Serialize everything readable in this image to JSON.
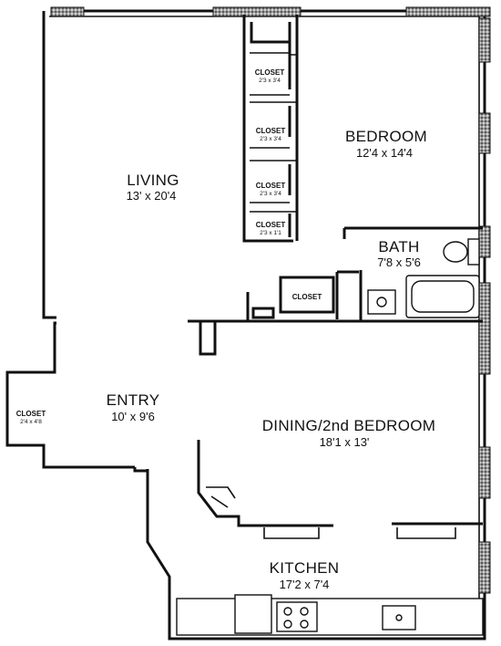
{
  "colors": {
    "wall": "#111111",
    "window_pattern": "#8c8c8c",
    "background": "#ffffff"
  },
  "rooms": {
    "living": {
      "name": "LIVING",
      "dims": "13' x 20'4"
    },
    "bedroom": {
      "name": "BEDROOM",
      "dims": "12'4 x 14'4"
    },
    "bath": {
      "name": "BATH",
      "dims": "7'8 x 5'6"
    },
    "entry": {
      "name": "ENTRY",
      "dims": "10' x 9'6"
    },
    "dining": {
      "name": "DINING/2nd BEDROOM",
      "dims": "18'1 x 13'"
    },
    "kitchen": {
      "name": "KITCHEN",
      "dims": "17'2 x 7'4"
    }
  },
  "closets": [
    {
      "name": "CLOSET",
      "dims": "2'3 x 3'4"
    },
    {
      "name": "CLOSET",
      "dims": "2'3 x 3'4"
    },
    {
      "name": "CLOSET",
      "dims": "2'3 x 3'4"
    },
    {
      "name": "CLOSET",
      "dims": "2'3 x 1'1"
    },
    {
      "name": "CLOSET",
      "dims": ""
    },
    {
      "name": "CLOSET",
      "dims": "2'4 x 4'8"
    }
  ]
}
